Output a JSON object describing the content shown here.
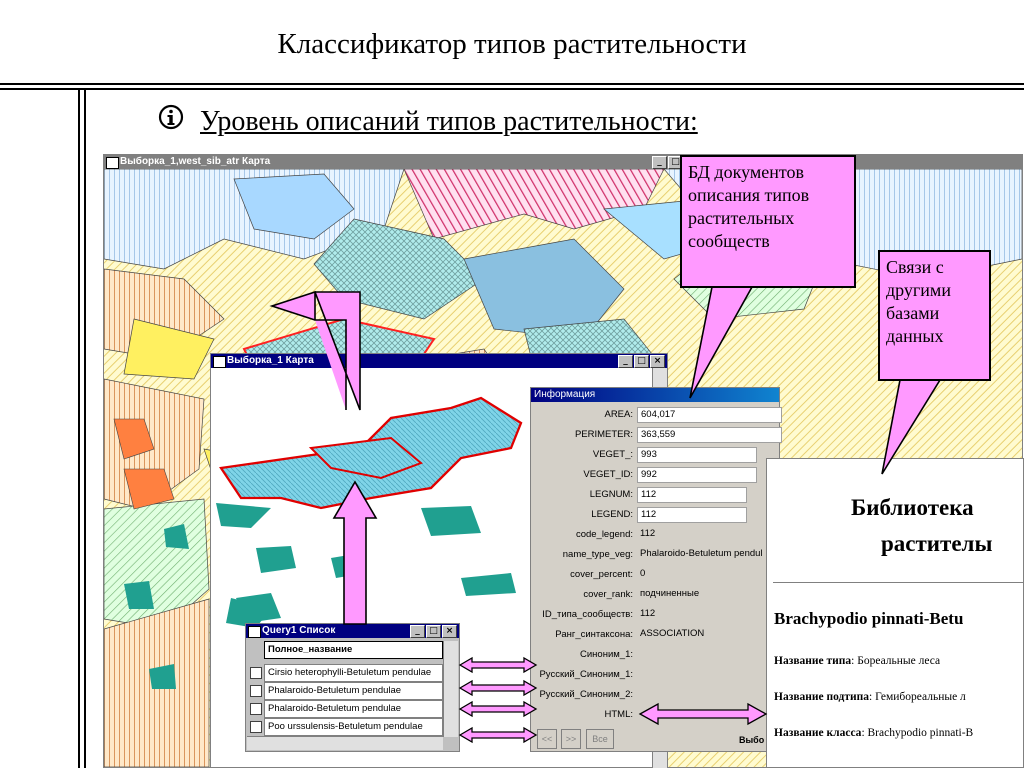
{
  "slide": {
    "title": "Классификатор типов растительности",
    "bullet_icon": "info-circle-icon",
    "bullet_text": "Уровень описаний типов растительности:"
  },
  "map_window_main": {
    "title": "Выборка_1,west_sib_atr Карта",
    "buttons": [
      "_",
      "□"
    ]
  },
  "map_window_sub": {
    "title": "Выборка_1 Карта",
    "buttons": [
      "_",
      "□",
      "×"
    ]
  },
  "info_panel": {
    "title": "Информация",
    "rows": [
      {
        "label": "AREA:",
        "value": "604,017"
      },
      {
        "label": "PERIMETER:",
        "value": "363,559"
      },
      {
        "label": "VEGET_:",
        "value": "993"
      },
      {
        "label": "VEGET_ID:",
        "value": "992"
      },
      {
        "label": "LEGNUM:",
        "value": "112"
      },
      {
        "label": "LEGEND:",
        "value": "112"
      },
      {
        "label": "code_legend:",
        "value": "112"
      },
      {
        "label": "name_type_veg:",
        "value": "Phalaroido-Betuletum pendul"
      },
      {
        "label": "cover_percent:",
        "value": "0"
      },
      {
        "label": "cover_rank:",
        "value": "подчиненные"
      },
      {
        "label": "ID_типа_сообществ:",
        "value": "112"
      },
      {
        "label": "Ранг_синтаксона:",
        "value": "ASSOCIATION"
      },
      {
        "label": "Синоним_1:",
        "value": ""
      },
      {
        "label": "Русский_Синоним_1:",
        "value": ""
      },
      {
        "label": "Русский_Синоним_2:",
        "value": ""
      },
      {
        "label": "HTML:",
        "value": ""
      }
    ],
    "nav_buttons": [
      "<<",
      ">>",
      "Все"
    ],
    "footer": "Выбо"
  },
  "query_window": {
    "title": "Query1 Список",
    "column_header": "Полное_название",
    "rows": [
      "Cirsio heterophylli-Betuletum pendulae",
      "Phalaroido-Betuletum pendulae",
      "Phalaroido-Betuletum pendulae",
      "Poo urssulensis-Betuletum pendulae"
    ]
  },
  "callouts": {
    "docs_db": "БД документов описания типов растительных сообществ",
    "links": "Связи с другими базами данных"
  },
  "library_doc": {
    "heading_line1": "Библиотека",
    "heading_line2": "растителы",
    "association": "Brachypodio pinnati-Betu",
    "type_label": "Название типа",
    "type_value": ": Бореальные леса",
    "subtype_label": "Название подтипа",
    "subtype_value": ": Гемибореальные л",
    "class_label": "Название класса",
    "class_value": ": Brachypodio pinnati-B"
  },
  "colors": {
    "callout_fill": "#ff99ff",
    "polygon_fill": "#7fd4e8",
    "polygon_outline": "#ff2020",
    "titlebar_active": "#000080"
  }
}
